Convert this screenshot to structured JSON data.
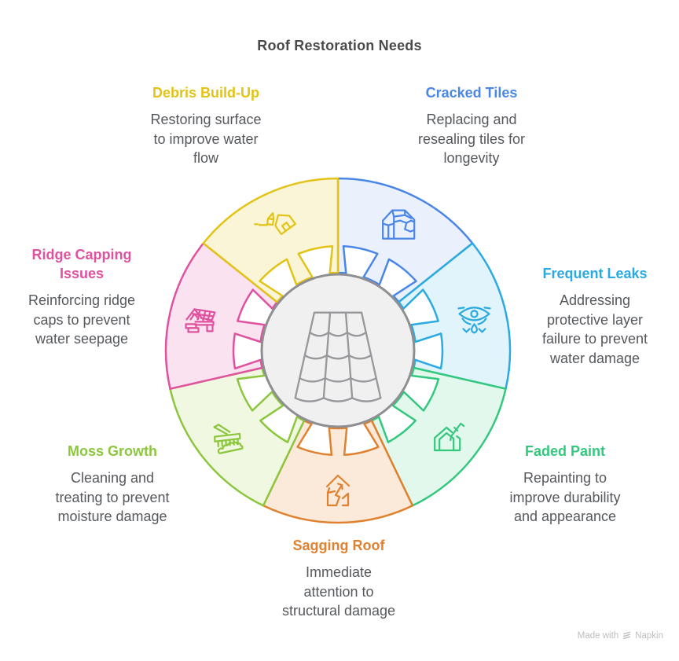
{
  "title": "Roof Restoration Needs",
  "center": {
    "icon": "roof-tiles-icon",
    "fill": "#F0F0F1",
    "stroke": "#8F8F93"
  },
  "watermark": {
    "prefix": "Made with",
    "brand": "Napkin",
    "color": "#BDBDBD"
  },
  "colors": {
    "title": "#4A4A4A",
    "description": "#55585C"
  },
  "segments": [
    {
      "id": "cracked-tiles",
      "label": "Cracked Tiles",
      "description": "Replacing and\nresealing tiles for\nlongevity",
      "color": "#4A86E8",
      "fill": "#EAF0FC",
      "icon": "cracked-tiles-icon",
      "icon_rotation": 0
    },
    {
      "id": "frequent-leaks",
      "label": "Frequent Leaks",
      "description": "Addressing\nprotective layer\nfailure to prevent\nwater damage",
      "color": "#2BAAE2",
      "fill": "#E1F4FB",
      "icon": "leak-eye-icon",
      "icon_rotation": 0
    },
    {
      "id": "faded-paint",
      "label": "Faded Paint",
      "description": "Repainting to\nimprove durability\nand appearance",
      "color": "#33C87E",
      "fill": "#E3F8ED",
      "icon": "repaint-house-icon",
      "icon_rotation": 0
    },
    {
      "id": "sagging-roof",
      "label": "Sagging Roof",
      "description": "Immediate\nattention to\nstructural damage",
      "color": "#E0812F",
      "fill": "#FBEADA",
      "icon": "sagging-house-icon",
      "icon_rotation": 0
    },
    {
      "id": "moss-growth",
      "label": "Moss Growth",
      "description": "Cleaning and\ntreating to prevent\nmoisture damage",
      "color": "#8CC63E",
      "fill": "#F1F8E1",
      "icon": "moss-brush-icon",
      "icon_rotation": -12
    },
    {
      "id": "ridge-capping",
      "label": "Ridge Capping\nIssues",
      "description": "Reinforcing ridge\ncaps to prevent\nwater seepage",
      "color": "#E0519E",
      "fill": "#FAE2F1",
      "icon": "ridge-cap-icon",
      "icon_rotation": 0
    },
    {
      "id": "debris-buildup",
      "label": "Debris Build-Up",
      "description": "Restoring surface\nto improve water\nflow",
      "color": "#E2C316",
      "fill": "#FBF5D7",
      "icon": "debris-brush-icon",
      "icon_rotation": -36
    }
  ]
}
